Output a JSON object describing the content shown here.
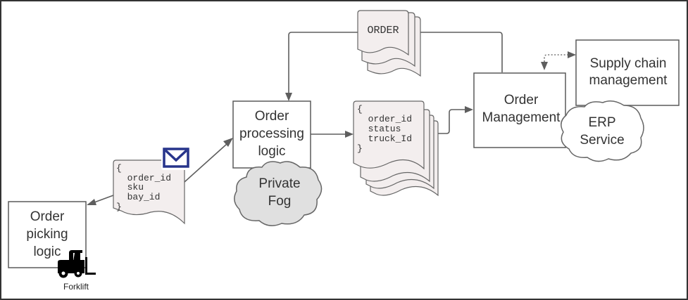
{
  "diagram": {
    "nodes": {
      "order_picking_logic": {
        "lines": [
          "Order",
          "picking",
          "logic"
        ]
      },
      "order_processing_logic": {
        "lines": [
          "Order",
          "processing",
          "logic"
        ]
      },
      "order_management": {
        "lines": [
          "Order",
          "Management"
        ]
      },
      "supply_chain_management": {
        "lines": [
          "Supply chain",
          "management"
        ]
      },
      "private_fog": {
        "lines": [
          "Private",
          "Fog"
        ]
      },
      "erp_service": {
        "lines": [
          "ERP",
          "Service"
        ]
      }
    },
    "documents": {
      "pick_message": {
        "lines": [
          "{",
          "  order_id",
          "  sku",
          "  bay_id",
          "}"
        ]
      },
      "status_message": {
        "lines": [
          "{",
          "  order_id",
          "  status",
          "  truck_Id",
          "}"
        ]
      },
      "order_doc": {
        "label": "ORDER"
      }
    },
    "icons": {
      "forklift": {
        "label": "Forklift",
        "icon": "forklift-icon"
      },
      "envelope": {
        "icon": "envelope-icon",
        "color": "#27348b"
      }
    },
    "edges": [
      {
        "from": "order_processing_logic",
        "to": "status_message",
        "style": "solid"
      },
      {
        "from": "status_message",
        "to": "order_management",
        "style": "solid"
      },
      {
        "from": "order_management",
        "to": "order_doc",
        "style": "solid"
      },
      {
        "from": "order_doc",
        "to": "order_processing_logic",
        "style": "solid"
      },
      {
        "from": "pick_message",
        "to": "order_processing_logic",
        "style": "solid"
      },
      {
        "from": "pick_message",
        "to": "order_picking_logic",
        "style": "solid"
      },
      {
        "from": "order_management",
        "to": "supply_chain_management",
        "style": "dotted",
        "bidirectional": true
      }
    ],
    "colors": {
      "line": "#5e5e5e",
      "document_fill": "#f3eeee",
      "cloud_fill": "#e0e0e0",
      "border": "#333333"
    }
  }
}
